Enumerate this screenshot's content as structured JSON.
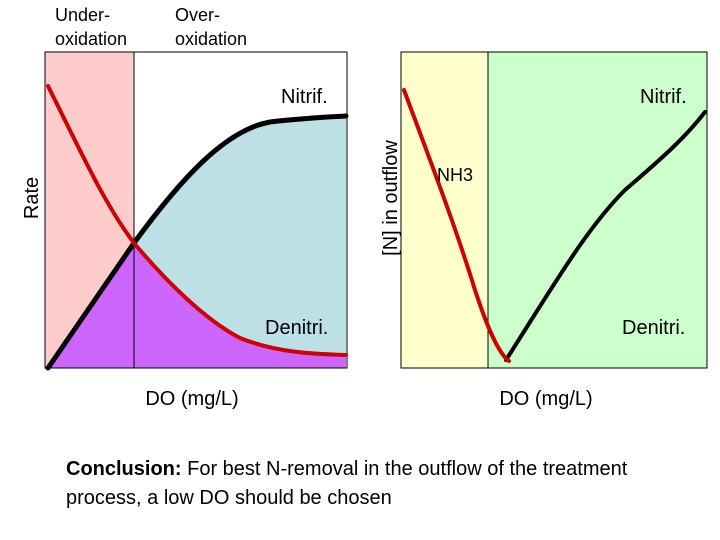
{
  "colors": {
    "under_oxidation_fill": "#ffcccc",
    "nitrification_fill": "#bde0e6",
    "denitrification_fill": "#cc66ff",
    "nh3_zone_fill": "#ffffcc",
    "right_zone_fill": "#ccffcc",
    "nitrification_curve": "#000000",
    "denitrification_curve": "#cc0000"
  },
  "left_panel": {
    "top_label_under": "Under-",
    "top_label_under_2": "oxidation",
    "top_label_over": "Over-",
    "top_label_over_2": "oxidation",
    "y_axis_label": "Rate",
    "x_axis_label": "DO (mg/L)",
    "curve_label_nitrif": "Nitrif.",
    "curve_label_denitri": "Denitri."
  },
  "right_panel": {
    "y_axis_label": "[N] in outflow",
    "x_axis_label": "DO (mg/L)",
    "curve_label_nitrif": "Nitrif.",
    "curve_label_denitri": "Denitri.",
    "zone_label_nh3": "NH3"
  },
  "conclusion": {
    "bold": "Conclusion:",
    "text": " For best N-removal in the outflow of the treatment process, a low DO should be chosen"
  }
}
